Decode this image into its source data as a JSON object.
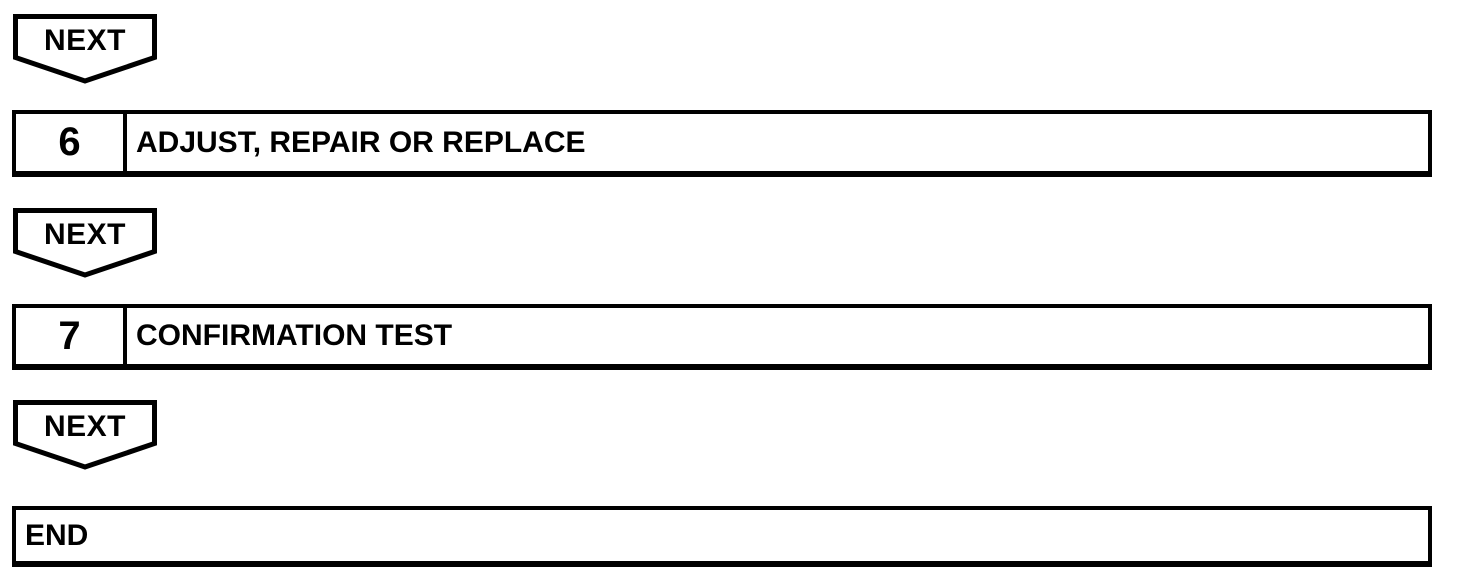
{
  "colors": {
    "ink": "#000000",
    "background": "#ffffff"
  },
  "flowchart": {
    "connectors": [
      {
        "label": "NEXT"
      },
      {
        "label": "NEXT"
      },
      {
        "label": "NEXT"
      }
    ],
    "steps": [
      {
        "number": "6",
        "title": "ADJUST, REPAIR OR REPLACE"
      },
      {
        "number": "7",
        "title": "CONFIRMATION TEST"
      }
    ],
    "terminal": {
      "title": "END"
    }
  }
}
